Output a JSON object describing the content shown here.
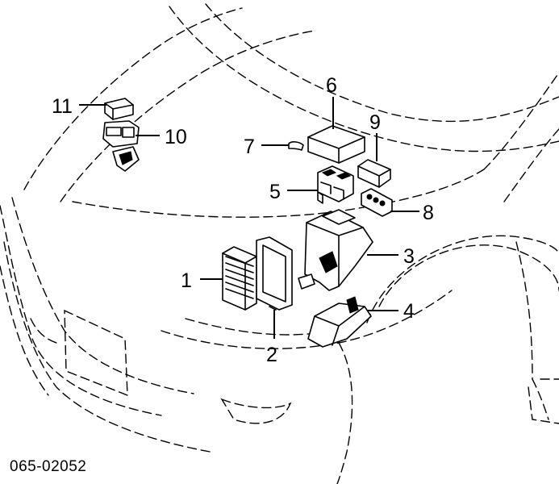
{
  "drawing_id": "065-02052",
  "callouts": [
    {
      "id": "1",
      "label": "1"
    },
    {
      "id": "2",
      "label": "2"
    },
    {
      "id": "3",
      "label": "3"
    },
    {
      "id": "4",
      "label": "4"
    },
    {
      "id": "5",
      "label": "5"
    },
    {
      "id": "6",
      "label": "6"
    },
    {
      "id": "7",
      "label": "7"
    },
    {
      "id": "8",
      "label": "8"
    },
    {
      "id": "9",
      "label": "9"
    },
    {
      "id": "10",
      "label": "10"
    },
    {
      "id": "11",
      "label": "11"
    }
  ]
}
